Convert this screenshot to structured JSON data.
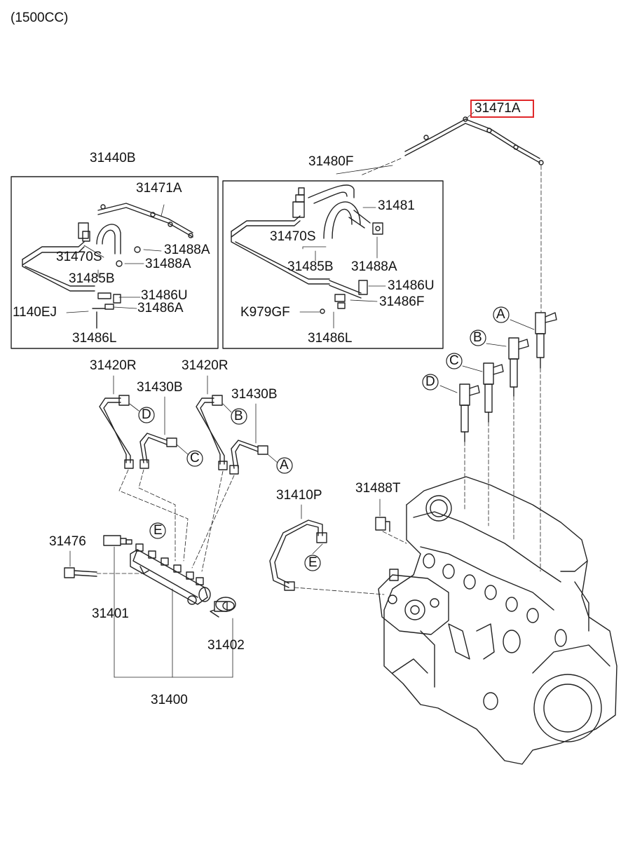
{
  "header": {
    "engine_spec": "(1500CC)"
  },
  "highlight": {
    "part_no": "31471A",
    "color": "#e0282a"
  },
  "box_left": {
    "title": "31440B",
    "labels": {
      "p31471A": "31471A",
      "p31470S": "31470S",
      "p31488A_1": "31488A",
      "p31488A_2": "31488A",
      "p31485B": "31485B",
      "p31486U": "31486U",
      "p1140EJ": "1140EJ",
      "p31486A": "31486A",
      "p31486L": "31486L"
    }
  },
  "box_right": {
    "title": "31480F",
    "labels": {
      "p31481": "31481",
      "p31470S": "31470S",
      "p31485B": "31485B",
      "p31488A": "31488A",
      "p31486U": "31486U",
      "pK979GF": "K979GF",
      "p31486F": "31486F",
      "p31486L": "31486L"
    }
  },
  "lower": {
    "p31420R_1": "31420R",
    "p31420R_2": "31420R",
    "p31430B_1": "31430B",
    "p31430B_2": "31430B",
    "p31410P": "31410P",
    "p31488T": "31488T",
    "p31476": "31476",
    "p31401": "31401",
    "p31402": "31402",
    "p31400": "31400"
  },
  "callouts": {
    "A": "A",
    "B": "B",
    "C": "C",
    "D": "D",
    "E": "E"
  }
}
